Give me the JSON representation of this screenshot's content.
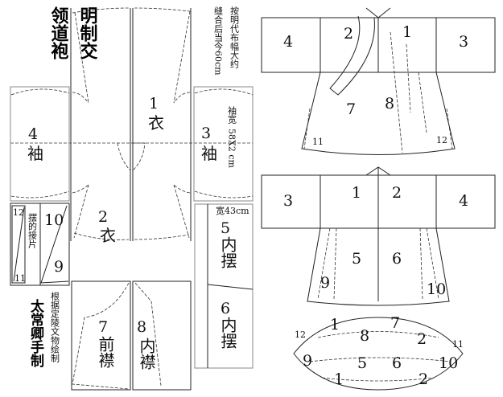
{
  "title": {
    "col_right": "明制交",
    "col_left": "领道袍"
  },
  "note": {
    "line1": "按明代布幅大约",
    "line2": "缝合后当今60cm"
  },
  "sleeve_width_note": {
    "label": "袖宽",
    "value": "58X2 cm"
  },
  "pieces": {
    "p1": {
      "num": "1",
      "name": "衣"
    },
    "p2": {
      "num": "2",
      "name": "衣"
    },
    "p3": {
      "num": "3",
      "name": "袖"
    },
    "p4": {
      "num": "4",
      "name": "袖"
    },
    "p5": {
      "num": "5",
      "name": "内摆",
      "width": "宽43cm"
    },
    "p6": {
      "num": "6",
      "name": "内摆"
    },
    "p7": {
      "num": "7",
      "name": "前襟"
    },
    "p8": {
      "num": "8",
      "name": "内襟"
    },
    "p9": "9",
    "p10": "10",
    "p11": "11",
    "p12": "12",
    "gusset_label": "摆的接片"
  },
  "credit": {
    "maker": "太常卿手制",
    "source": "根据定陵文物绘制"
  },
  "front_view": {
    "labels": [
      "4",
      "2",
      "1",
      "3",
      "7",
      "8",
      "11",
      "12"
    ]
  },
  "back_view": {
    "labels": [
      "3",
      "1",
      "2",
      "4",
      "5",
      "6",
      "9",
      "10"
    ]
  },
  "hem_view": {
    "labels": [
      "1",
      "7",
      "12",
      "8",
      "2",
      "11",
      "9",
      "5",
      "6",
      "10",
      "1",
      "2"
    ]
  }
}
